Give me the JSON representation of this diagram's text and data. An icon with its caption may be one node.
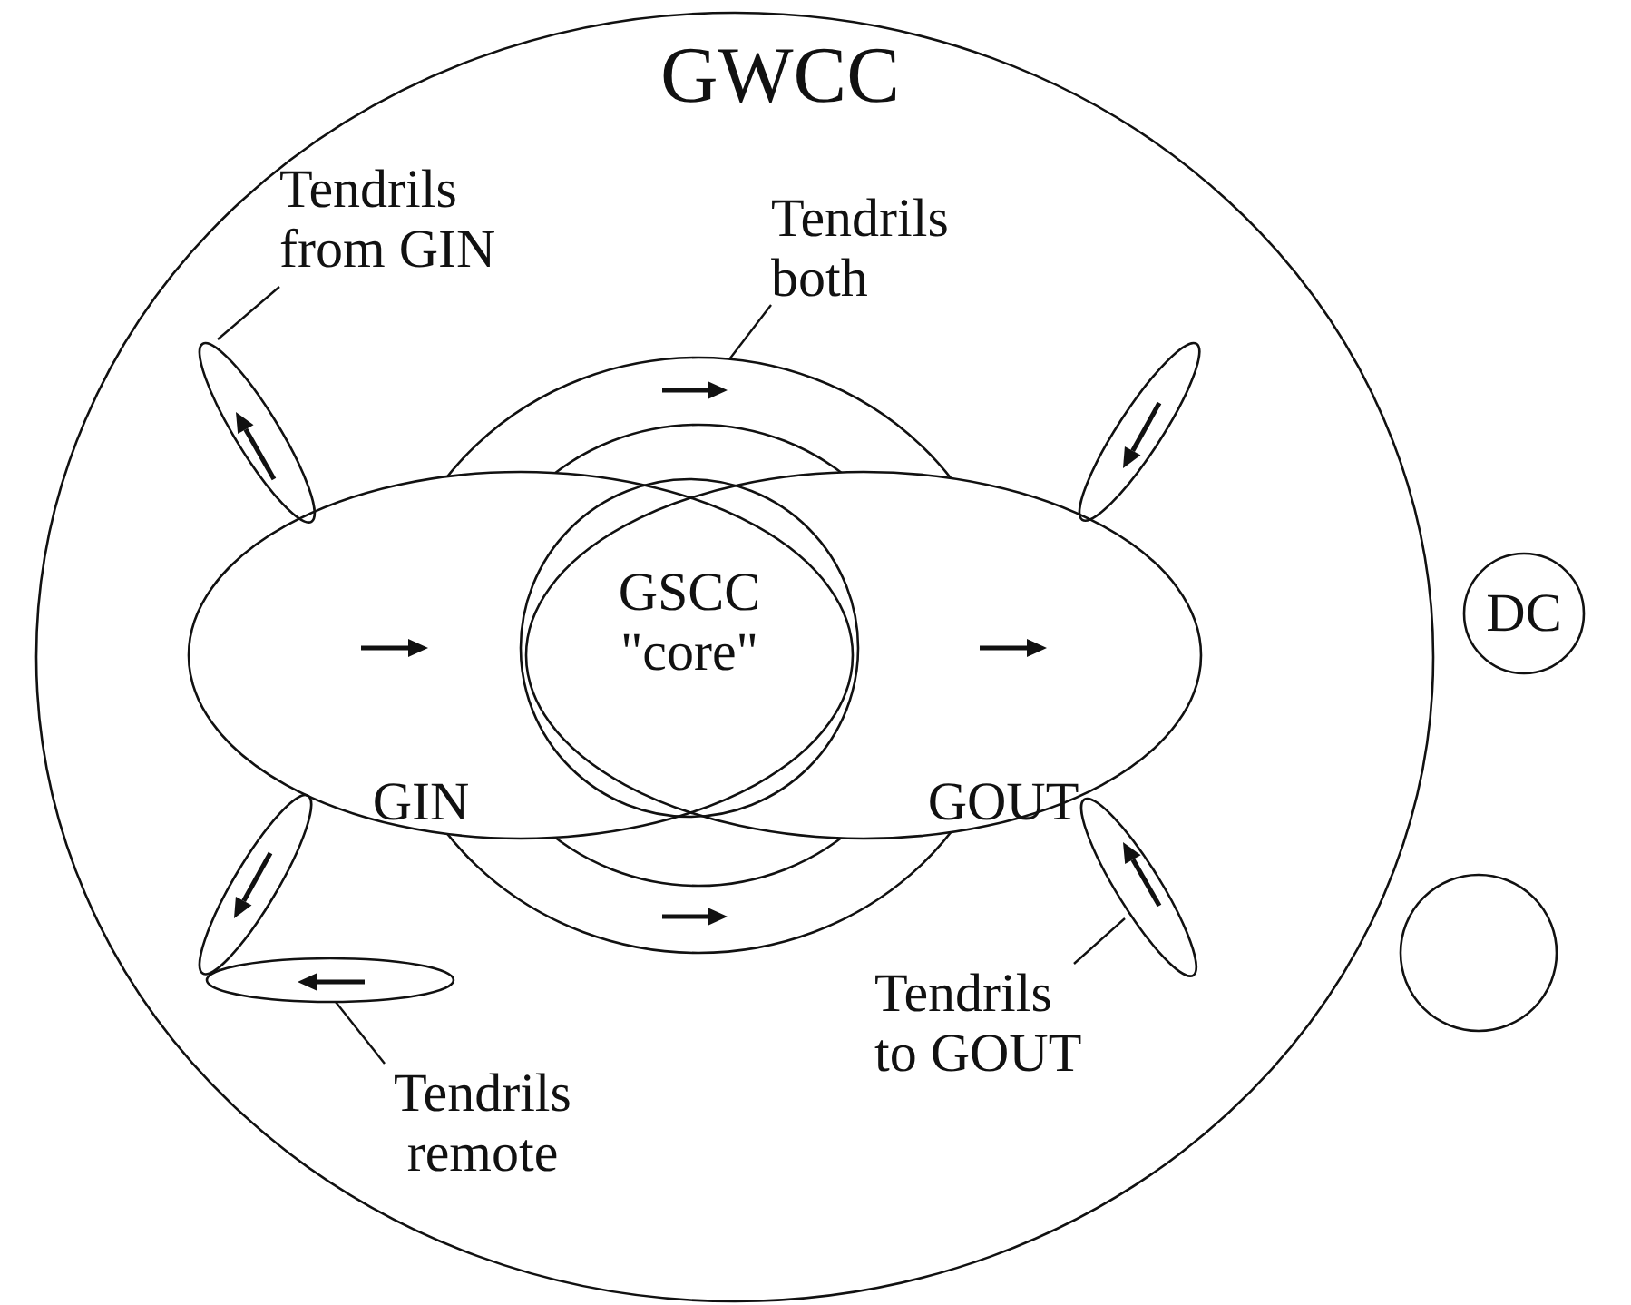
{
  "diagram": {
    "nodes": [
      {
        "text": [
          "GWCC"
        ]
      },
      {
        "text": [
          "Tendrils from GIN"
        ],
        "in": 0
      },
      {
        "text": [
          "Tendrils both"
        ],
        "in": 0
      },
      {
        "text": [],
        "shape": "ellipse",
        "in": 0
      },
      {
        "text": [],
        "shape": "ring",
        "in": 0
      },
      {
        "text": [],
        "shape": "ellipse",
        "in": 0
      },
      {
        "text": [
          "GIN"
        ],
        "in": 0
      },
      {
        "text": [
          "GSCC \"core\""
        ]
      },
      {
        "text": [
          "GOUT"
        ],
        "in": 0
      },
      {
        "text": [
          "DC"
        ]
      },
      {
        "text": [],
        "shape": "ellipse",
        "in": 0
      },
      {
        "text": [],
        "shape": "ellipse",
        "in": 0
      },
      {
        "text": [],
        "shape": "ellipse",
        "in": 0
      },
      {
        "text": [],
        "shape": "circle"
      },
      {
        "text": [
          "Tendrils to GOUT"
        ],
        "in": 0
      },
      {
        "text": [
          "Tendrils remote"
        ],
        "in": 0
      }
    ],
    "edges": [
      {
        "from": 1,
        "to": 3,
        "arrow": "none"
      },
      {
        "from": 2,
        "to": 4,
        "arrow": "none"
      },
      {
        "from": 14,
        "to": 12,
        "arrow": "none"
      },
      {
        "from": 15,
        "to": 11,
        "arrow": "none"
      }
    ]
  }
}
